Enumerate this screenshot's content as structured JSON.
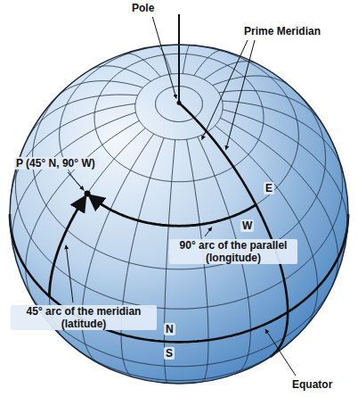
{
  "diagram": {
    "labels": [
      "Pole",
      "Prime Meridian",
      "P (45° N, 90° W)",
      "E",
      "W",
      "90° arc of the parallel (longitude)",
      "45° arc of the meridian (latitude)",
      "N",
      "S",
      "Equator"
    ]
  }
}
